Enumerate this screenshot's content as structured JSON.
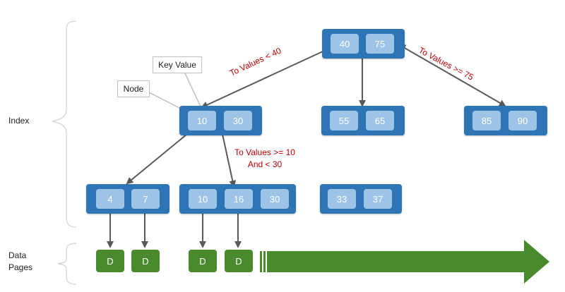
{
  "labels": {
    "index": "Index",
    "data_pages_line1": "Data",
    "data_pages_line2": "Pages",
    "key_value": "Key Value",
    "node": "Node",
    "to_lt_40": "To Values < 40",
    "to_ge_75": "To Values >= 75",
    "to_ge_10_line1": "To Values >= 10",
    "to_ge_10_line2": "And < 30"
  },
  "nodes": {
    "root": [
      "40",
      "75"
    ],
    "mid_left": [
      "10",
      "30"
    ],
    "mid_center": [
      "55",
      "65"
    ],
    "mid_right": [
      "85",
      "90"
    ],
    "leaf_1": [
      "4",
      "7"
    ],
    "leaf_2": [
      "10",
      "16",
      "30"
    ],
    "leaf_3": [
      "33",
      "37"
    ]
  },
  "data_pages": [
    "D",
    "D",
    "D",
    "D"
  ],
  "colors": {
    "node_fill": "#2e75b6",
    "key_fill": "#9dc3e6",
    "data_page_fill": "#4a8a2e",
    "connector": "#595959",
    "annotation_text": "#c00000"
  }
}
